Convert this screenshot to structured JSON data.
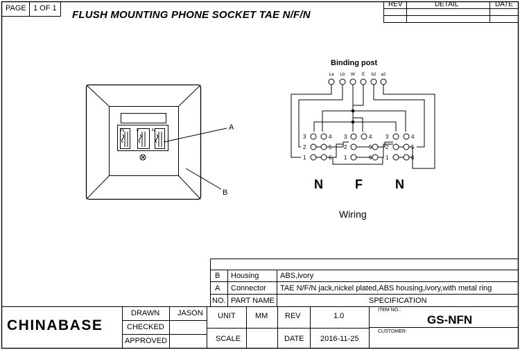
{
  "page": {
    "label": "PAGE",
    "value": "1 OF 1"
  },
  "title": "FLUSH MOUNTING PHONE SOCKET TAE N/F/N",
  "revision_table": {
    "headers": [
      "REV",
      "DETAIL",
      "DATE"
    ]
  },
  "wiring": {
    "binding_post_title": "Binding post",
    "post_labels": [
      "La",
      "Lb",
      "W",
      "E",
      "b2",
      "a2"
    ],
    "jack_labels": [
      "N",
      "F",
      "N"
    ],
    "caption": "Wiring",
    "pin_numbers": {
      "row1": [
        "3",
        "4"
      ],
      "row2": [
        "2",
        "5"
      ],
      "row3": [
        "1",
        "6"
      ]
    }
  },
  "socket": {
    "jack_labels": [
      "N",
      "F",
      "N"
    ],
    "callout_a": "A",
    "callout_b": "B"
  },
  "parts_table": {
    "rows": [
      {
        "no": "B",
        "name": "Housing",
        "spec": "ABS,ivory"
      },
      {
        "no": "A",
        "name": "Connector",
        "spec": "TAE N/F/N jack,nickel plated,ABS housing,ivory,with metal ring"
      }
    ],
    "header": {
      "no": "NO.",
      "name": "PART NAME",
      "spec": "SPECIFICATION"
    }
  },
  "title_block": {
    "brand": "CHINABASE",
    "drawn_label": "DRAWN",
    "drawn_value": "JASON",
    "checked_label": "CHECKED",
    "approved_label": "APPROVED",
    "unit_label": "UNIT",
    "unit_value": "MM",
    "scale_label": "SCALE",
    "rev_label": "REV",
    "rev_value": "1.0",
    "date_label": "DATE",
    "date_value": "2016-11-25",
    "item_no_label": "ITEM NO.:",
    "item_no_value": "GS-NFN",
    "customer_label": "CUSTOMER:"
  }
}
